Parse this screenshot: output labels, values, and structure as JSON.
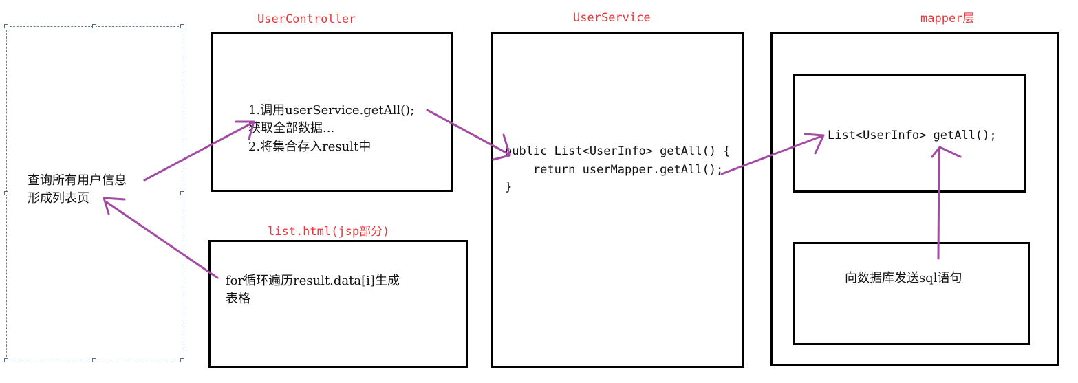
{
  "diagram": {
    "page_box": {
      "line1": "查询所有用户信息",
      "line2": "形成列表页"
    },
    "controller": {
      "title": "UserController",
      "line1": "1.调用userService.getAll();",
      "line2": "获取全部数据...",
      "line3": "2.将集合存入result中"
    },
    "jsp": {
      "title": "list.html(jsp部分)",
      "line1": "for循环遍历result.data[i]生成",
      "line2": "表格"
    },
    "service": {
      "title": "UserService",
      "line1": "public List<UserInfo> getAll() {",
      "line2": "    return userMapper.getAll();",
      "line3": "}"
    },
    "mapper": {
      "title": "mapper层",
      "method": "List<UserInfo> getAll();",
      "sql": "向数据库发送sql语句"
    }
  },
  "colors": {
    "title_red": "#e8363a",
    "arrow_purple": "#a24aa4",
    "box_border": "#000000"
  }
}
